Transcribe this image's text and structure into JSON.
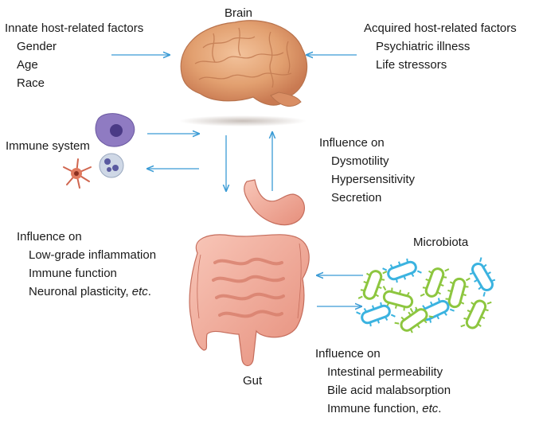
{
  "brain": {
    "label": "Brain"
  },
  "innate": {
    "title": "Innate host-related factors",
    "items": [
      "Gender",
      "Age",
      "Race"
    ]
  },
  "acquired": {
    "title": "Acquired host-related factors",
    "items": [
      "Psychiatric illness",
      "Life stressors"
    ]
  },
  "immune": {
    "label": "Immune system"
  },
  "brain_influence": {
    "title": "Influence on",
    "items": [
      "Dysmotility",
      "Hypersensitivity",
      "Secretion"
    ]
  },
  "immune_influence": {
    "title": "Influence on",
    "items": [
      "Low-grade inflammation",
      "Immune function"
    ],
    "last_prefix": "Neuronal plasticity, ",
    "last_em": "etc",
    "last_suffix": "."
  },
  "microbiota": {
    "label": "Microbiota"
  },
  "gut": {
    "label": "Gut"
  },
  "microbiota_influence": {
    "title": "Influence on",
    "items": [
      "Intestinal permeability",
      "Bile acid malabsorption"
    ],
    "last_prefix": "Immune function, ",
    "last_em": "etc",
    "last_suffix": "."
  },
  "colors": {
    "arrow": "#3a9bd5",
    "green_bacteria": "#8dc63f",
    "blue_bacteria": "#3bb3e0",
    "gut": "#f2aa9a",
    "brain": "#e6a57a"
  }
}
